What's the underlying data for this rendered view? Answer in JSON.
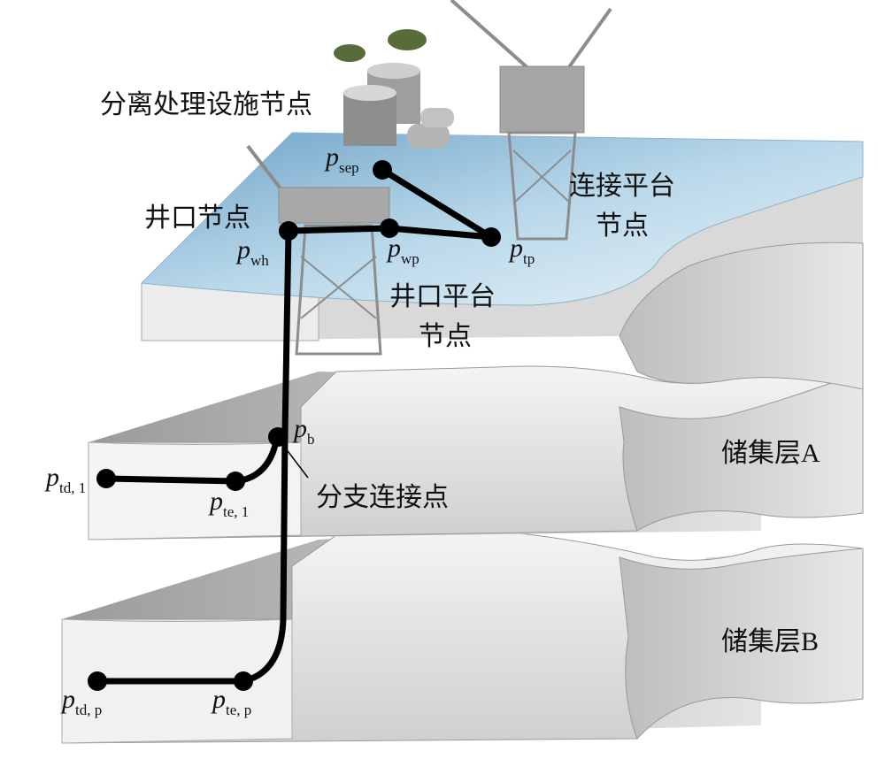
{
  "nodes": {
    "separation": {
      "label": "分离处理设施节点"
    },
    "wellhead": {
      "label": "井口节点"
    },
    "connect_platform": {
      "label_line1": "连接平台",
      "label_line2": "节点"
    },
    "well_platform": {
      "label_line1": "井口平台",
      "label_line2": "节点"
    },
    "branch": {
      "label": "分支连接点"
    }
  },
  "layers": {
    "a": "储集层A",
    "b": "储集层B"
  },
  "pressures": {
    "sep": {
      "p": "p",
      "sub": "sep"
    },
    "wh": {
      "p": "p",
      "sub": "wh"
    },
    "wp": {
      "p": "p",
      "sub": "wp"
    },
    "tp": {
      "p": "p",
      "sub": "tp"
    },
    "b": {
      "p": "p",
      "sub": "b"
    },
    "td1": {
      "p": "p",
      "sub": "td, 1"
    },
    "te1": {
      "p": "p",
      "sub": "te, 1"
    },
    "tdp": {
      "p": "p",
      "sub": "td, p"
    },
    "tep": {
      "p": "p",
      "sub": "te, p"
    }
  }
}
